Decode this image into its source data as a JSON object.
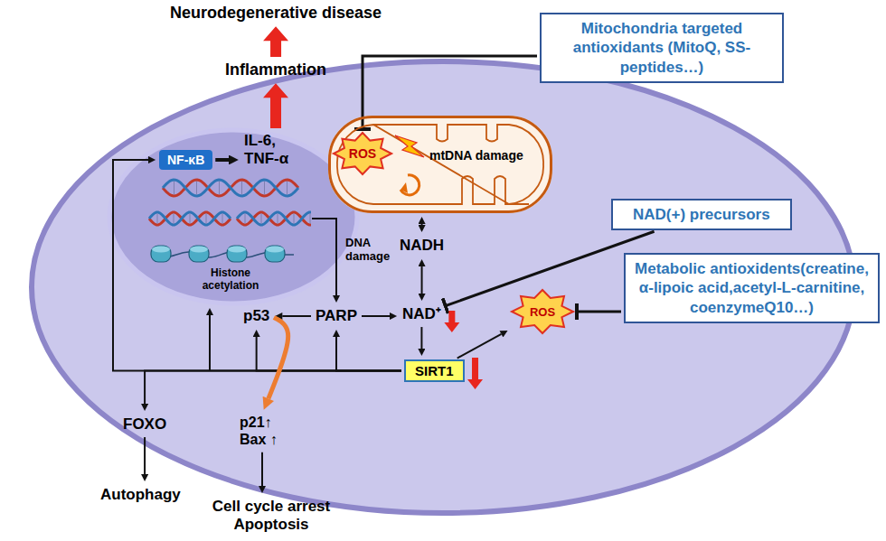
{
  "diagram": {
    "nodes": [
      {
        "text": [
          "Neurodegenerative disease"
        ]
      },
      {
        "text": [
          "Mitochondria targeted antioxidants (MitoQ, SS-peptides…)"
        ]
      },
      {
        "text": [
          "Inflammation"
        ]
      },
      {
        "text": [
          "IL-6, TNF-α"
        ]
      },
      {
        "text": [
          "NF-κB"
        ]
      },
      {
        "text": [
          "mtDNA damage"
        ]
      },
      {
        "text": [
          "ROS"
        ],
        "in": 5
      },
      {
        "text": [
          "NAD(+) precursors"
        ]
      },
      {
        "text": [
          "NADH"
        ]
      },
      {
        "text": [
          "Metabolic antioxidents(creatine, α-lipoic acid,acetyl-L-carnitine, coenzymeQ10…)"
        ]
      },
      {
        "text": [
          "p53"
        ]
      },
      {
        "text": [
          "PARP"
        ]
      },
      {
        "text": [
          "NAD⁺"
        ]
      },
      {
        "text": [
          "ROS"
        ]
      },
      {
        "text": [
          "SIRT1"
        ]
      },
      {
        "text": [
          "FOXO"
        ]
      },
      {
        "text": [
          "p21↑ Bax ↑"
        ]
      },
      {
        "text": [
          "Autophagy"
        ]
      },
      {
        "text": [
          "Cell cycle arrest Apoptosis"
        ]
      }
    ],
    "edges": [
      {
        "from": 3,
        "to": 2,
        "arrow": "to"
      },
      {
        "from": 2,
        "to": 0,
        "arrow": "to"
      },
      {
        "from": 4,
        "to": 3,
        "arrow": "to"
      },
      {
        "from": 1,
        "to": 6,
        "arrow": "to"
      },
      {
        "from": 5,
        "to": 8,
        "arrow": "both"
      },
      {
        "from": 7,
        "to": 12,
        "arrow": "to"
      },
      {
        "from": 9,
        "to": 13,
        "arrow": "to"
      },
      {
        "from": 11,
        "to": 10,
        "arrow": "to"
      },
      {
        "from": 11,
        "to": 12,
        "arrow": "to"
      },
      {
        "from": 8,
        "to": 12,
        "arrow": "both"
      },
      {
        "from": 12,
        "to": 14,
        "arrow": "to"
      },
      {
        "from": 14,
        "to": 13,
        "arrow": "to"
      },
      {
        "from": 14,
        "to": 10,
        "arrow": "to"
      },
      {
        "from": 14,
        "to": 11,
        "arrow": "to"
      },
      {
        "from": 14,
        "to": 4,
        "arrow": "to"
      },
      {
        "from": 14,
        "to": 15,
        "arrow": "to"
      },
      {
        "from": 10,
        "to": 16,
        "arrow": "to"
      },
      {
        "from": 15,
        "to": 17,
        "arrow": "to"
      },
      {
        "from": 16,
        "to": 18,
        "arrow": "to"
      }
    ],
    "labels": [
      "Histone acetylation",
      "DNA damage"
    ]
  }
}
